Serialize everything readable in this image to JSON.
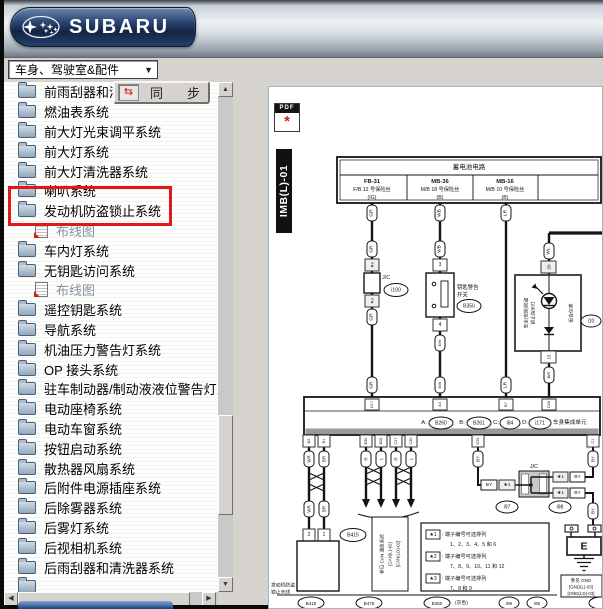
{
  "header": {
    "brand": "SUBARU"
  },
  "chrome": {
    "up": "▲",
    "down": "▼",
    "left": "◀",
    "right": "▶"
  },
  "sidebar": {
    "dropdown": {
      "label": "车身、驾驶室&配件",
      "arrow": "▼"
    },
    "sync_bar": {
      "icon": "⇆",
      "char1": "同",
      "char2": "步"
    },
    "items": [
      {
        "label": "前雨刮器和清洗器系统",
        "type": "folder"
      },
      {
        "label": "燃油表系统",
        "type": "folder"
      },
      {
        "label": "前大灯光束调平系统",
        "type": "folder"
      },
      {
        "label": "前大灯系统",
        "type": "folder"
      },
      {
        "label": "前大灯清洗器系统",
        "type": "folder"
      },
      {
        "label": "喇叭系统",
        "type": "folder"
      },
      {
        "label": "发动机防盗锁止系统",
        "type": "folder",
        "highlighted": true
      },
      {
        "label": "布线图",
        "type": "doc"
      },
      {
        "label": "车内灯系统",
        "type": "folder"
      },
      {
        "label": "无钥匙访问系统",
        "type": "folder"
      },
      {
        "label": "布线图",
        "type": "doc"
      },
      {
        "label": "遥控钥匙系统",
        "type": "folder"
      },
      {
        "label": "导航系统",
        "type": "folder"
      },
      {
        "label": "机油压力警告灯系统",
        "type": "folder"
      },
      {
        "label": "OP 接头系统",
        "type": "folder"
      },
      {
        "label": "驻车制动器/制动液液位警告灯系统",
        "type": "folder"
      },
      {
        "label": "电动座椅系统",
        "type": "folder"
      },
      {
        "label": "电动车窗系统",
        "type": "folder"
      },
      {
        "label": "按钮启动系统",
        "type": "folder"
      },
      {
        "label": "散热器风扇系统",
        "type": "folder"
      },
      {
        "label": "后附件电源插座系统",
        "type": "folder"
      },
      {
        "label": "后除雾器系统",
        "type": "folder"
      },
      {
        "label": "后雾灯系统",
        "type": "folder"
      },
      {
        "label": "后视相机系统",
        "type": "folder"
      },
      {
        "label": "后雨刮器和清洗器系统",
        "type": "folder"
      },
      {
        "label": "",
        "type": "folder"
      }
    ]
  },
  "diagram": {
    "pdf_badge": "PDF",
    "pdf_glyph": "*",
    "page_code": "IMB(L)-01",
    "fuse_table": {
      "title": "蓄电池电路",
      "fuses": [
        {
          "id": "FB-31",
          "desc": "F/B 12 号保险丝",
          "circuit": "(IG)"
        },
        {
          "id": "MB-36",
          "desc": "M/B 18 号保险丝",
          "circuit": "(B)"
        },
        {
          "id": "MB-16",
          "desc": "M/B 10 号保险丝",
          "circuit": "(B)"
        }
      ]
    },
    "wire_colors": {
      "w1": "GR",
      "w2": "WB",
      "w3": "LR",
      "w4": "WL",
      "w5": "B/W",
      "w6": "BrR",
      "w7": "WR",
      "w8": "BR",
      "w9": "R",
      "w10": "L",
      "w11": "BY"
    },
    "connectors": {
      "jc_label": "J/C",
      "jc1": "i100",
      "key_switch": "B350",
      "meter": "i10",
      "jc2": "i97",
      "jc3": "i98",
      "antenna": "B415"
    },
    "components": {
      "key_switch_line1": "钥匙警告",
      "key_switch_line2": "开关",
      "meter_indicator_line1": "安全(安防)防盗",
      "meter_indicator_line2": "锁止指示灯",
      "meter_name": "组合仪表",
      "antenna_line1": "发动机防盗",
      "antenna_line2": "锁止天线",
      "bus_a_prefix": "A:",
      "bus_a": "B260",
      "bus_b_prefix": "B:",
      "bus_b": "B261",
      "bus_c_prefix": "C:",
      "bus_c": "i84",
      "bus_d_prefix": "D:",
      "bus_d": "i171",
      "bcu_name": "车身集成单元"
    },
    "pins": {
      "p_star3": "★3",
      "p_star1": "★1",
      "p3": "3",
      "p4": "4",
      "p20": "20",
      "p15": "15",
      "d17": "D17",
      "a4": "A4",
      "b7": "B7",
      "d26": "D26",
      "b2": "B2",
      "b1": "B1",
      "b30": "B30",
      "b28": "B28",
      "c27": "C27",
      "c35": "C35",
      "d29": "D29",
      "c1": "C1",
      "p2": "2",
      "p1": "1"
    },
    "notes": {
      "can_line1": "参见 CAN 通信系统",
      "can_line2": "[CAN(L)-02]",
      "can_line3": "[CAN(LD)-02]",
      "gnd_line1": "参见 GND",
      "gnd_line2": "[GND(L)-03]",
      "gnd_line3": "[GND(LD)-03]",
      "ground_label": "E",
      "legend": [
        {
          "star": "★1",
          "text": ": 端子编号可选排列",
          "values": "1、2、3、4、5 和 6"
        },
        {
          "star": "★2",
          "text": ": 端子编号可选排列",
          "values": "7、8、9、10、11 和 12"
        },
        {
          "star": "★3",
          "text": ": 端子编号可选排列",
          "values": "7、8 和 9"
        }
      ]
    },
    "footer_refs": [
      "B415",
      "B476",
      "B350",
      "(灰色)",
      "i99",
      "i95"
    ]
  }
}
